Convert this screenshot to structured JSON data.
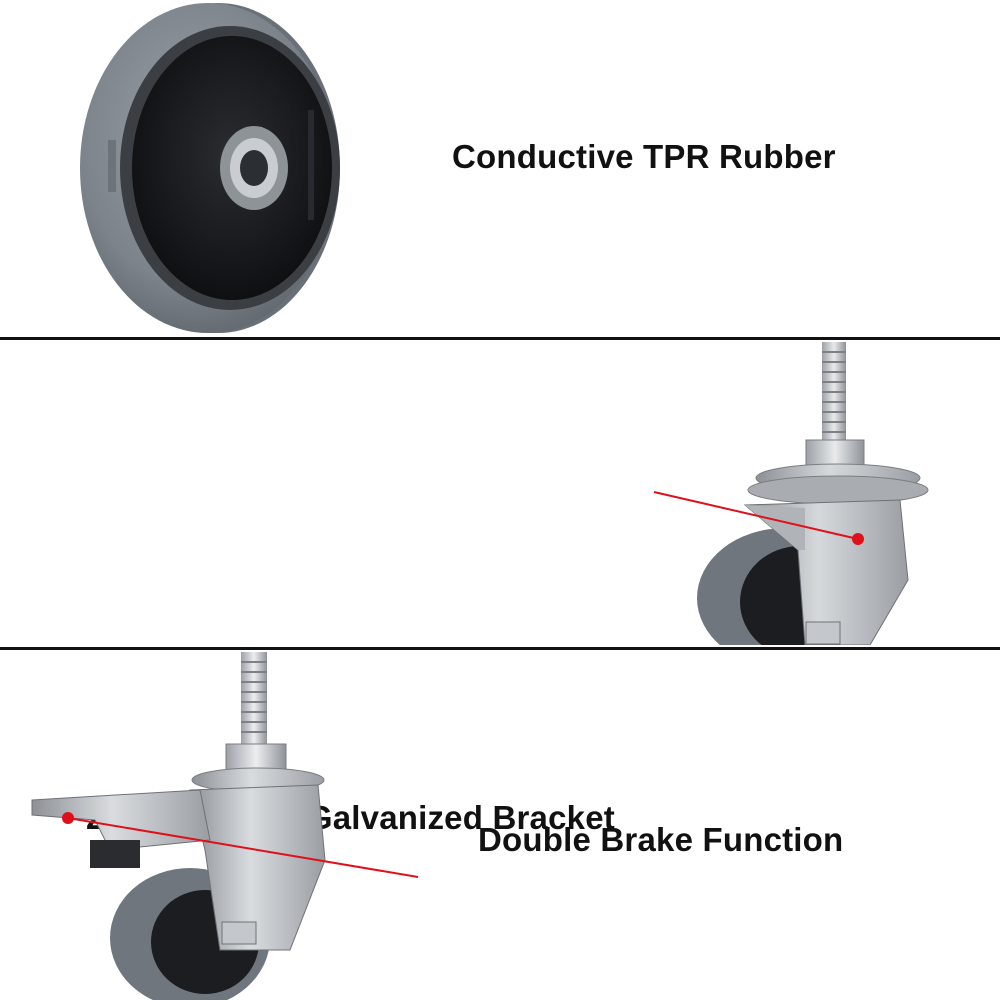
{
  "features": [
    {
      "caption": "Conductive TPR Rubber"
    },
    {
      "caption": "2.8  mm Thick Galvanized Bracket"
    },
    {
      "caption": "Double Brake Function"
    }
  ],
  "colors": {
    "divider": "#111111",
    "pointer": "#e0101a",
    "rubber": "#7d848c",
    "hub": "#16181b",
    "metal": "#b8bcc0"
  }
}
